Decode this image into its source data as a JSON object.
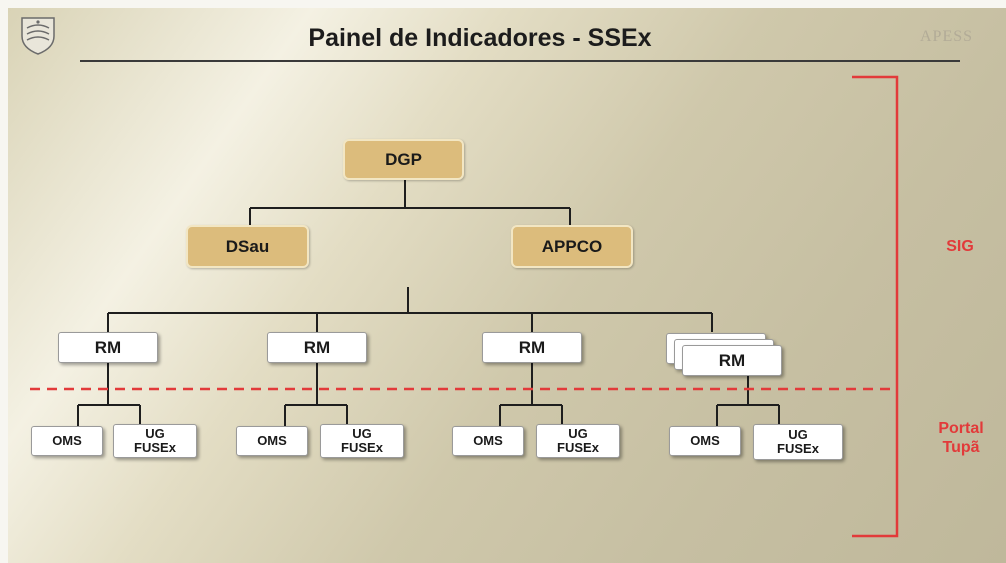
{
  "slide": {
    "title": "Painel de Indicadores - SSEx",
    "brand": "APESS"
  },
  "diagram": {
    "root": "DGP",
    "level2": [
      "DSau",
      "APPCO"
    ],
    "regions": [
      {
        "label": "RM",
        "children": [
          "OMS",
          "UG FUSEx"
        ],
        "child_lines": [
          [
            "OMS"
          ],
          [
            "UG",
            "FUSEx"
          ]
        ]
      },
      {
        "label": "RM",
        "children": [
          "OMS",
          "UG FUSEx"
        ],
        "child_lines": [
          [
            "OMS"
          ],
          [
            "UG",
            "FUSEx"
          ]
        ]
      },
      {
        "label": "RM",
        "children": [
          "OMS",
          "UG FUSEx"
        ],
        "child_lines": [
          [
            "OMS"
          ],
          [
            "UG",
            "FUSEx"
          ]
        ]
      },
      {
        "label": "RM",
        "children": [
          "OMS",
          "UG FUSEx"
        ],
        "child_lines": [
          [
            "OMS"
          ],
          [
            "UG",
            "FUSEx"
          ]
        ],
        "stacked": true
      }
    ]
  },
  "annotations": {
    "upper_bracket_label": "SIG",
    "lower_bracket_label_lines": [
      "Portal",
      "Tupã"
    ]
  },
  "colors": {
    "red": "#e23a3a",
    "tan_node": "#dcbc7c",
    "line": "#1e1e1e"
  }
}
